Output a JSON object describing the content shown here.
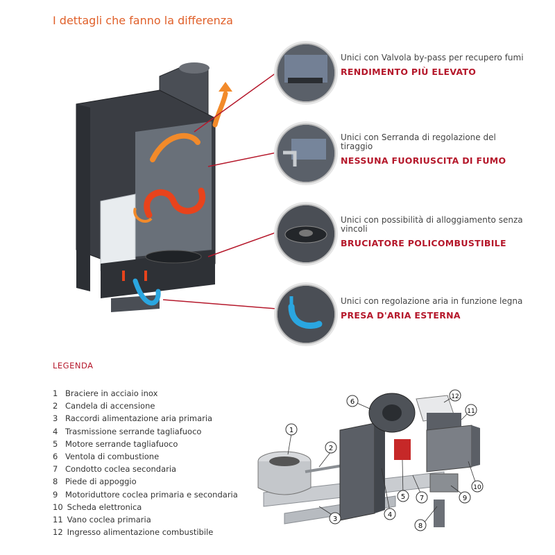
{
  "page": {
    "title": "I dettagli che fanno la differenza"
  },
  "callouts": [
    {
      "icon": "bypass-valve-detail-icon",
      "desc": "Unici con Valvola by-pass per recupero fumi",
      "head": "RENDIMENTO PIÙ ELEVATO"
    },
    {
      "icon": "draft-damper-detail-icon",
      "desc": "Unici con Serranda di regolazione del tiraggio",
      "head": "NESSUNA FUORIUSCITA DI FUMO"
    },
    {
      "icon": "burner-detail-icon",
      "desc": "Unici con possibilità di alloggiamento senza vincoli",
      "head": "BRUCIATORE POLICOMBUSTIBILE"
    },
    {
      "icon": "air-intake-detail-icon",
      "desc": "Unici con regolazione aria in funzione legna",
      "head": "PRESA D'ARIA ESTERNA"
    }
  ],
  "legend": {
    "title": "LEGENDA",
    "items": [
      {
        "n": "1",
        "label": "Braciere in acciaio inox"
      },
      {
        "n": "2",
        "label": "Candela di accensione"
      },
      {
        "n": "3",
        "label": "Raccordi alimentazione aria primaria"
      },
      {
        "n": "4",
        "label": "Trasmissione serrande tagliafuoco"
      },
      {
        "n": "5",
        "label": "Motore serrande tagliafuoco"
      },
      {
        "n": "6",
        "label": "Ventola di combustione"
      },
      {
        "n": "7",
        "label": "Condotto coclea secondaria"
      },
      {
        "n": "8",
        "label": "Piede di appoggio"
      },
      {
        "n": "9",
        "label": "Motoriduttore coclea primaria e secondaria"
      },
      {
        "n": "10",
        "label": "Scheda elettronica"
      },
      {
        "n": "11",
        "label": "Vano coclea primaria"
      },
      {
        "n": "12",
        "label": "Ingresso alimentazione combustibile"
      }
    ]
  },
  "diagram_markers": [
    "1",
    "2",
    "3",
    "4",
    "5",
    "6",
    "7",
    "8",
    "9",
    "10",
    "11",
    "12"
  ],
  "colors": {
    "title": "#e0602a",
    "accent_red": "#b5182b",
    "connector": "#b5182b",
    "hot_air": "#e8431c",
    "cold_air": "#2aa6e0",
    "body_dark": "#3c4046"
  }
}
